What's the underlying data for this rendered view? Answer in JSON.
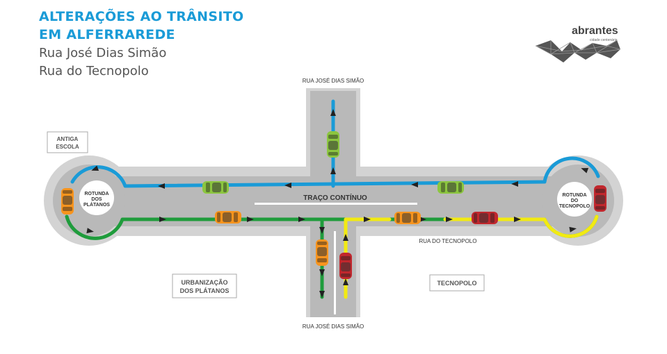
{
  "header": {
    "title_line1": "ALTERAÇÕES AO TRÂNSITO",
    "title_line2": "EM ALFERRAREDE",
    "subtitle_line1": "Rua José Dias Simão",
    "subtitle_line2": "Rua do Tecnopolo"
  },
  "logo": {
    "name": "abrantes",
    "tagline": "cidade centenária"
  },
  "labels": {
    "street_top": "RUA JOSÉ DIAS SIMÃO",
    "street_bottom": "RUA JOSÉ DIAS SIMÃO",
    "rua_tecnopolo": "RUA DO TECNOPOLO",
    "traco_continuo": "TRAÇO CONTÍNUO",
    "rotunda_left_l1": "ROTUNDA",
    "rotunda_left_l2": "DOS",
    "rotunda_left_l3": "PLÁTANOS",
    "rotunda_right_l1": "ROTUNDA",
    "rotunda_right_l2": "DO",
    "rotunda_right_l3": "TECNOPOLO"
  },
  "area_boxes": {
    "antiga_escola_l1": "ANTIGA",
    "antiga_escola_l2": "ESCOLA",
    "urbanizacao_l1": "URBANIZAÇÃO",
    "urbanizacao_l2": "DOS PLÁTANOS",
    "tecnopolo": "TECNOPOLO"
  },
  "colors": {
    "road": "#b9b9b9",
    "curb": "#d3d3d3",
    "route_blue": "#1a9bd7",
    "route_green": "#1f9c3c",
    "route_yellow": "#f2ea12",
    "title_blue": "#1a9bd7",
    "car_green": "#8cc63f",
    "car_orange": "#f7941d",
    "car_red": "#c1272d"
  }
}
